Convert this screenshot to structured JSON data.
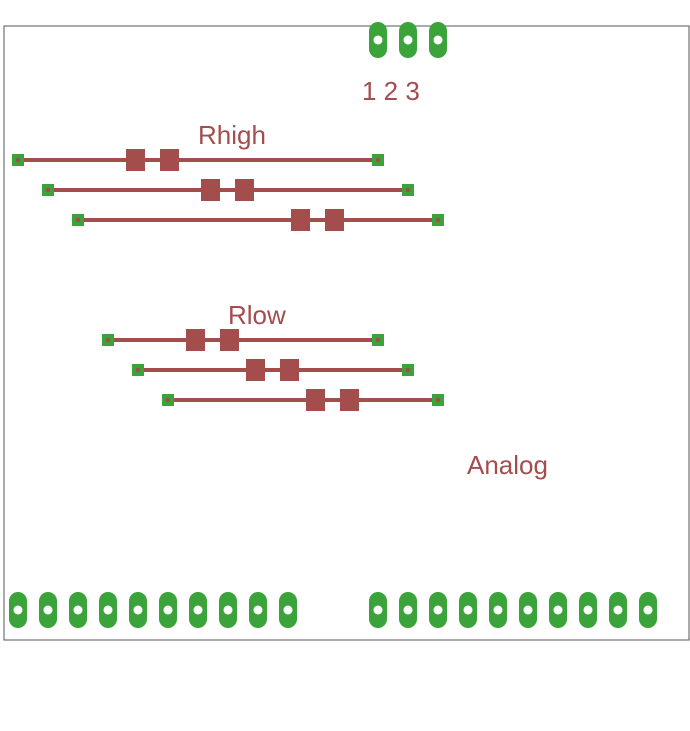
{
  "colors": {
    "trace": "#a34d4d",
    "pad": "#3aa33a",
    "drill": "#ffffff",
    "outline": "#555555",
    "text": "#a34d4d"
  },
  "labels": {
    "header_numbers": "1 2 3",
    "rhigh": "Rhigh",
    "rlow": "Rlow",
    "analog": "Analog"
  },
  "components": {
    "header_pins": 3,
    "rhigh_resistors": 3,
    "rlow_resistors": 3,
    "bottom_left_pins": 10,
    "bottom_right_pins": 10
  }
}
